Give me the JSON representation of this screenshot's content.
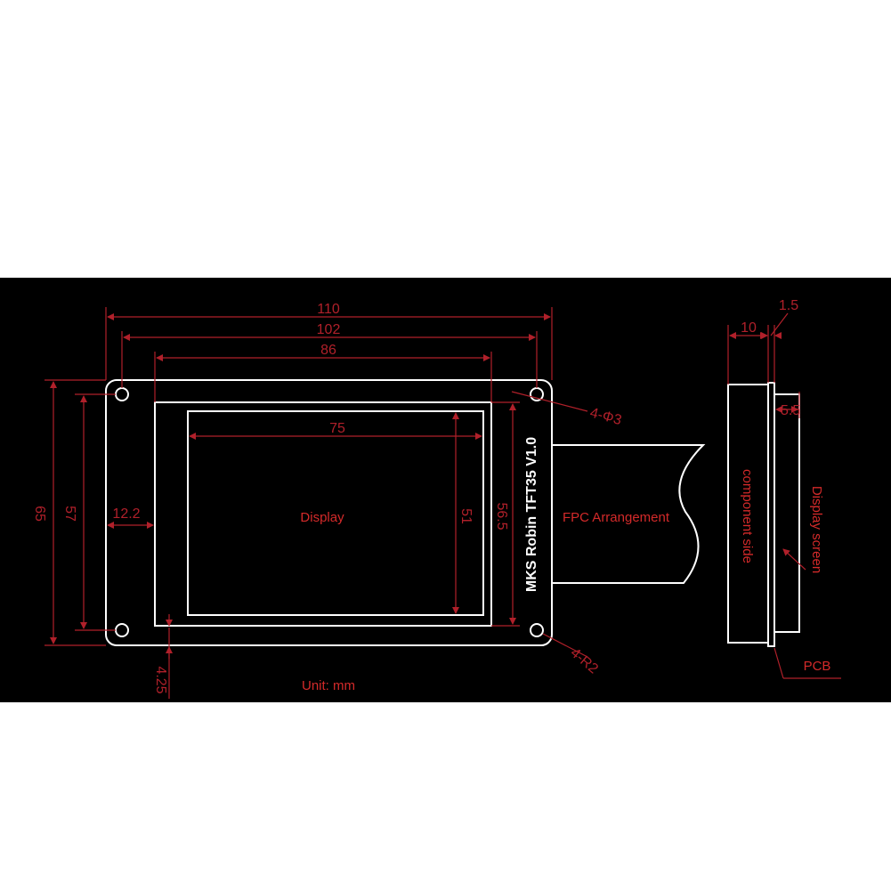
{
  "dimensions": {
    "width_total": "110",
    "hole_spacing_x": "102",
    "frame_width": "86",
    "display_width": "75",
    "height_total": "65",
    "hole_spacing_y": "57",
    "frame_height": "56.5",
    "display_height": "51",
    "frame_offset_left": "12.2",
    "frame_offset_bottom": "4.25",
    "side_depth": "10",
    "pcb_thickness": "1.5",
    "screen_thickness": "5.5",
    "hole_callout": "4-Φ3",
    "corner_callout": "4-R2"
  },
  "labels": {
    "display": "Display",
    "board_name": "MKS Robin  TFT35  V1.0",
    "fpc": "FPC Arrangement",
    "component_side": "component side",
    "display_screen": "Display screen",
    "pcb": "PCB",
    "unit": "Unit: mm"
  },
  "colors": {
    "background": "#000000",
    "dimension": "#b0202a",
    "outline": "#ffffff",
    "text_red": "#d42a2a"
  }
}
